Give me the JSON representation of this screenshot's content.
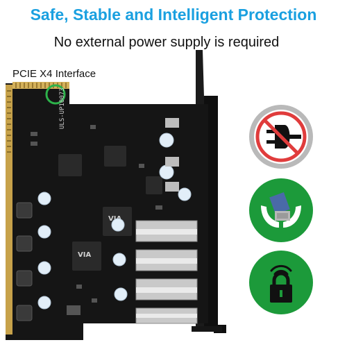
{
  "header": {
    "headline": "Safe, Stable and Intelligent Protection",
    "subline": "No external power supply is required",
    "headline_color": "#1aa0e0"
  },
  "card": {
    "interface_label": "PCIE X4 Interface",
    "silkscreen": "ULS-UP10073",
    "chip_marks": [
      "VIA",
      "VIA"
    ],
    "pcb_color": "#151515",
    "highlight_color": "#2db24a"
  },
  "badges": [
    {
      "icon": "no-power-plug-icon",
      "color": "#e03c3c"
    },
    {
      "icon": "protected-chip-hands-icon",
      "color": "#1c9a3a"
    },
    {
      "icon": "lock-signal-icon",
      "color": "#1c9a3a"
    }
  ]
}
